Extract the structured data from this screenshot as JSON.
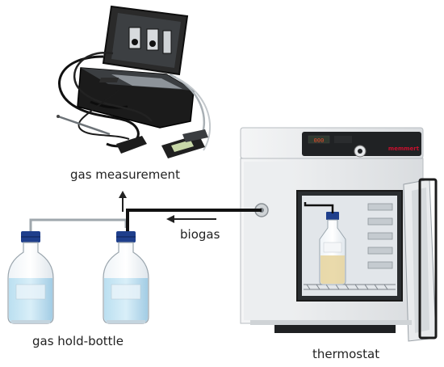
{
  "labels": {
    "gas_measurement": "gas measurement",
    "biogas": "biogas",
    "gas_hold_bottle": "gas hold-bottle",
    "thermostat": "thermostat"
  },
  "thermostat_panel": {
    "brand_text": "memmert",
    "display_text": "000"
  },
  "colors": {
    "tube_dark": "#111111",
    "tube_light": "#9fa7ad",
    "case_black": "#1b1b1b",
    "oven_body": "#e6e8ea",
    "oven_panel": "#202224",
    "liquid_blue": "#9fd0ea",
    "liquid_amber": "#e6d49c",
    "bottle_cap": "#1f3f8c",
    "brand_red": "#c8102e"
  }
}
